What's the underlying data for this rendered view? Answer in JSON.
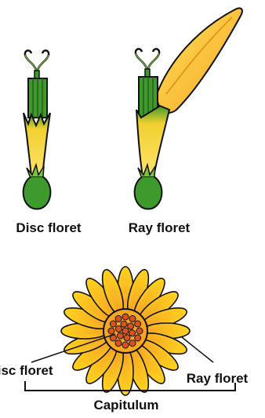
{
  "labels": {
    "disc_floret": "Disc floret",
    "ray_floret": "Ray floret",
    "capitulum": "Capitulum",
    "capitulum_disc": "Disc floret",
    "capitulum_ray": "Ray floret"
  },
  "colors": {
    "outline": "#111111",
    "green": "#3f9a2e",
    "green_light": "#7cc043",
    "yellow": "#ffd21f",
    "orange": "#f5a623",
    "disc_dot": "#d9531e",
    "anther_stripe": "#2b5c1a"
  }
}
